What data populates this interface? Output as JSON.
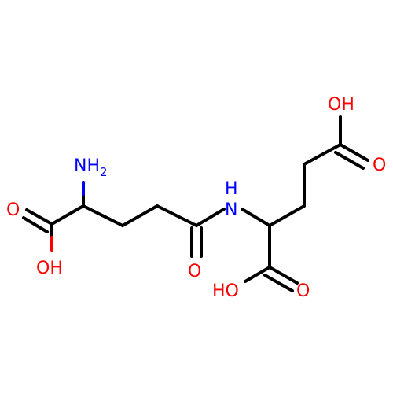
{
  "colors": {
    "carbon_bond": "#000000",
    "oxygen": "#ff0000",
    "nitrogen": "#0000ff",
    "background": "#ffffff"
  },
  "labels": {
    "nh2_main": "NH",
    "nh2_sub": "2",
    "nh": "N",
    "nh_h": "H",
    "oh_left_bottom": "OH",
    "o_left_top": "O",
    "o_amide": "O",
    "ho_top_right": "OH",
    "o_right_side": "O",
    "ho_bottom": "HO",
    "o_bottom_right": "O"
  }
}
